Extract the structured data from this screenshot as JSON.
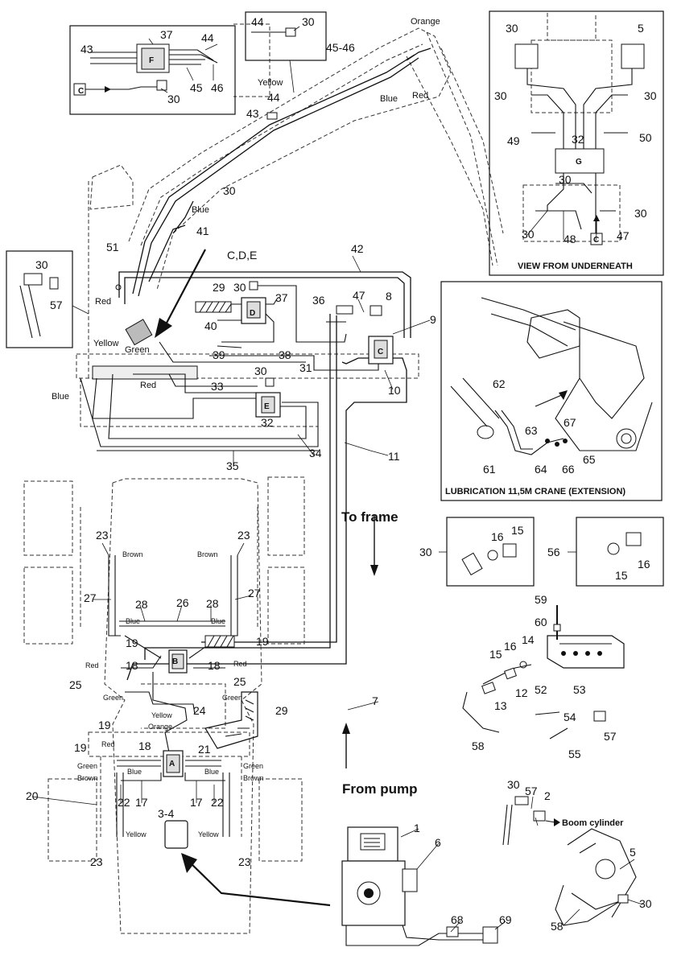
{
  "labels": {
    "n1": "1",
    "n2": "2",
    "n5": "5",
    "n6": "6",
    "n7": "7",
    "n8": "8",
    "n9": "9",
    "n10": "10",
    "n11": "11",
    "n12": "12",
    "n13": "13",
    "n14": "14",
    "n15": "15",
    "n16": "16",
    "n17": "17",
    "n18": "18",
    "n19": "19",
    "n20": "20",
    "n21": "21",
    "n22": "22",
    "n23": "23",
    "n24": "24",
    "n25": "25",
    "n26": "26",
    "n27": "27",
    "n28": "28",
    "n29": "29",
    "n30": "30",
    "n31": "31",
    "n32": "32",
    "n33": "33",
    "n34": "34",
    "n35": "35",
    "n36": "36",
    "n37": "37",
    "n38": "38",
    "n39": "39",
    "n40": "40",
    "n41": "41",
    "n42": "42",
    "n43": "43",
    "n44": "44",
    "n45": "45",
    "n46": "46",
    "n47": "47",
    "n48": "48",
    "n49": "49",
    "n50": "50",
    "n51": "51",
    "n52": "52",
    "n53": "53",
    "n54": "54",
    "n55": "55",
    "n56": "56",
    "n57": "57",
    "n58": "58",
    "n59": "59",
    "n60": "60",
    "n61": "61",
    "n62": "62",
    "n63": "63",
    "n64": "64",
    "n65": "65",
    "n66": "66",
    "n67": "67",
    "n68": "68",
    "n69": "69",
    "n3_4": "3-4",
    "n45_46": "45-46",
    "cde": "C,D,E"
  },
  "distributors": {
    "A": "A",
    "B": "B",
    "C": "C",
    "D": "D",
    "E": "E",
    "F": "F",
    "G": "G",
    "Cref": "C"
  },
  "colors": {
    "orange": "Orange",
    "yellow": "Yellow",
    "blue": "Blue",
    "red": "Red",
    "green": "Green",
    "brown": "Brown"
  },
  "captions": {
    "view_underneath": "VIEW FROM UNDERNEATH",
    "lubrication": "LUBRICATION 11,5M CRANE (EXTENSION)",
    "to_frame": "To frame",
    "from_pump": "From pump",
    "boom_cylinder": "Boom cylinder"
  },
  "style_colors": {
    "line": "#111111",
    "dashed": "#333333",
    "background": "#ffffff"
  }
}
